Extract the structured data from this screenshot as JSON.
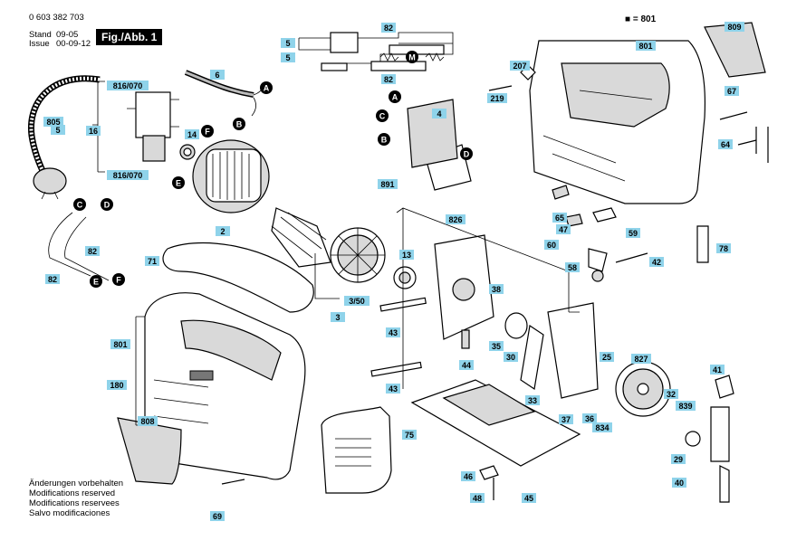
{
  "header": {
    "doc_number": "0 603 382 703",
    "stand_label": "Stand",
    "stand_date": "09-05",
    "issue_label": "Issue",
    "issue_date": "00-09-12",
    "figure_title": "Fig./Abb. 1"
  },
  "legend": {
    "marker": "■",
    "text": "= 801"
  },
  "footer": [
    "Änderungen vorbehalten",
    "Modifications reserved",
    "Modifications reservees",
    "Salvo modificaciones"
  ],
  "part_labels": {
    "p82a": "82",
    "p5a": "5",
    "p5b": "5",
    "p82b": "82",
    "p6": "6",
    "p816a": "816/070",
    "p816b": "816/070",
    "p16": "16",
    "p805": "805",
    "p805b": "5",
    "p14": "14",
    "p2": "2",
    "p82c": "82",
    "p82d": "82",
    "p71": "71",
    "p801a": "801",
    "p180": "180",
    "p808": "808",
    "p69": "69",
    "p3": "3",
    "p350": "3/50",
    "p13": "13",
    "p43a": "43",
    "p43b": "43",
    "p826": "826",
    "p38": "38",
    "p35": "35",
    "p44": "44",
    "p30": "30",
    "p33": "33",
    "p25": "25",
    "p37": "37",
    "p36": "36",
    "p834": "834",
    "p827": "827",
    "p75": "75",
    "p46": "46",
    "p48": "48",
    "p45": "45",
    "p4": "4",
    "p891": "891",
    "p219": "219",
    "p207": "207",
    "p801b": "801",
    "p809": "809",
    "p67": "67",
    "p64": "64",
    "p65": "65",
    "p47": "47",
    "p59": "59",
    "p60": "60",
    "p58": "58",
    "p42": "42",
    "p78": "78",
    "p41": "41",
    "p32": "32",
    "p839": "839",
    "p29": "29",
    "p40": "40"
  },
  "connectors": {
    "A": "A",
    "B": "B",
    "C": "C",
    "D": "D",
    "E": "E",
    "F": "F",
    "M": "M"
  }
}
